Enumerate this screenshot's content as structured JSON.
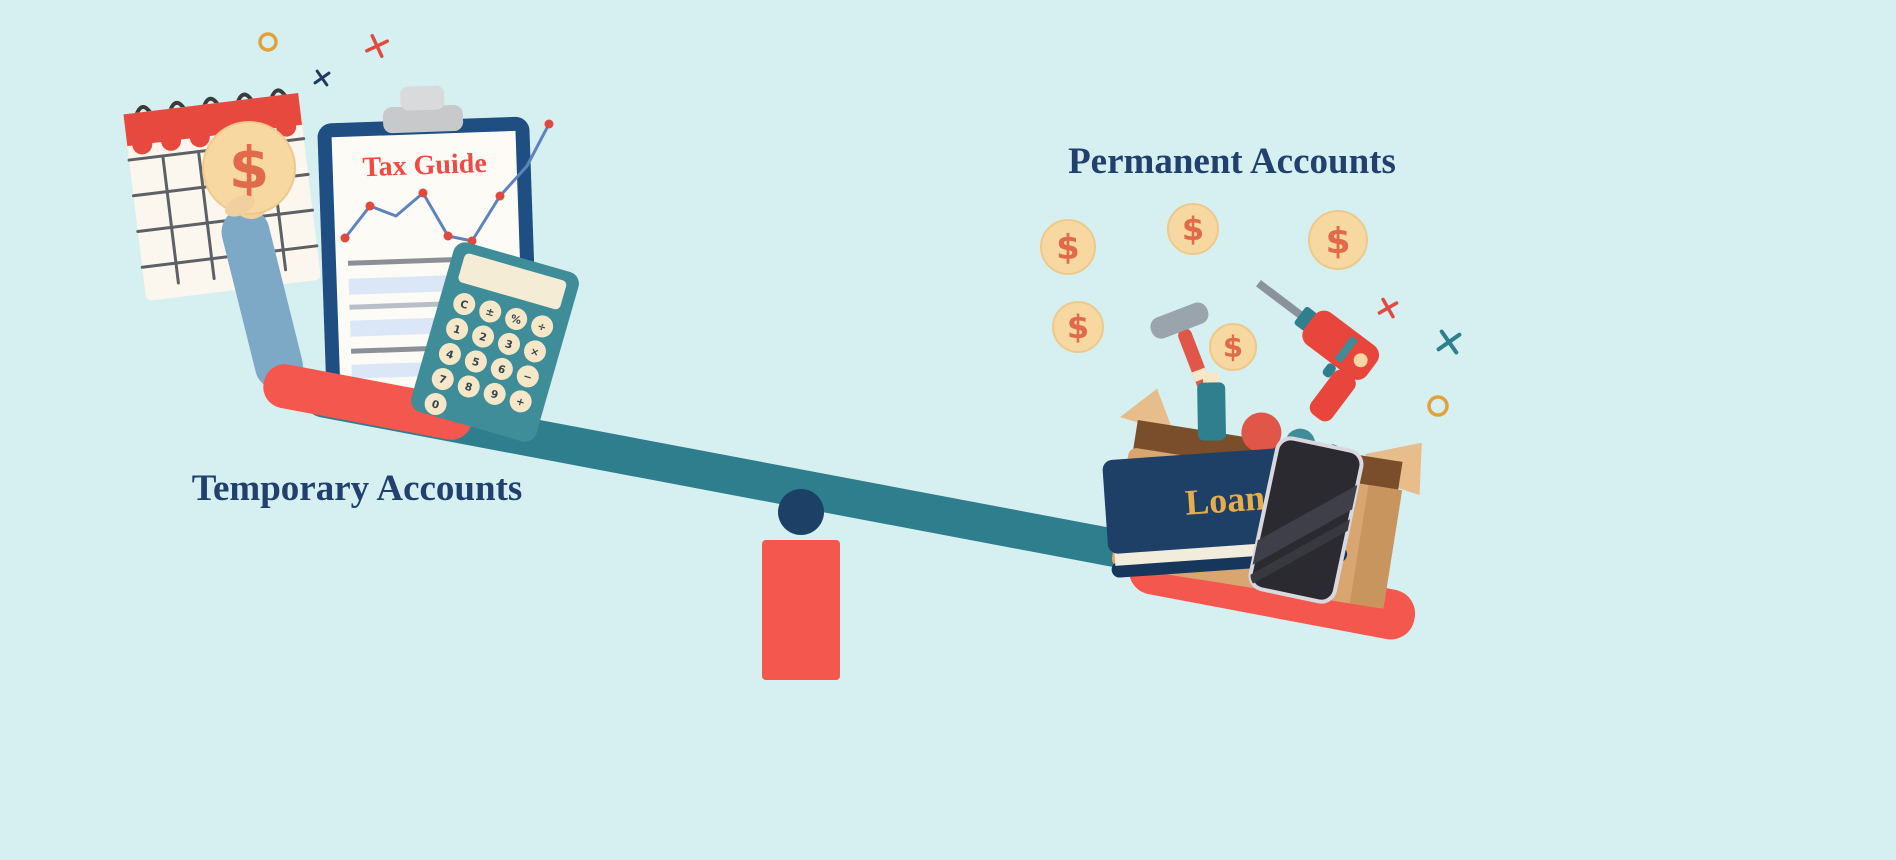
{
  "colors": {
    "background": "#d6f0f2",
    "plank": "#2e7e8e",
    "pivot": "#1d4066",
    "stand": "#f4574d",
    "platform": "#f4574d",
    "heading_text": "#21406e",
    "clipboard_board": "#1e4e82",
    "clipboard_title": "#f04a43",
    "calculator_body": "#3f8d99",
    "calculator_key": "#f5e7c8",
    "coin": "#f6d8a0",
    "coin_symbol": "#e06a4a",
    "book_cover": "#1e4066",
    "book_title": "#e6ad49"
  },
  "left_side": {
    "label": "Temporary Accounts",
    "clipboard_title": "Tax Guide",
    "coin_symbol": "$",
    "calculator_keys": [
      [
        "C",
        "±",
        "%",
        "÷"
      ],
      [
        "1",
        "2",
        "3",
        "×"
      ],
      [
        "4",
        "5",
        "6",
        "−"
      ],
      [
        "7",
        "8",
        "9",
        "+"
      ],
      [
        "0"
      ]
    ]
  },
  "right_side": {
    "label": "Permanent Accounts",
    "book_title": "Loan",
    "coins": [
      "$",
      "$",
      "$",
      "$",
      "$"
    ]
  }
}
